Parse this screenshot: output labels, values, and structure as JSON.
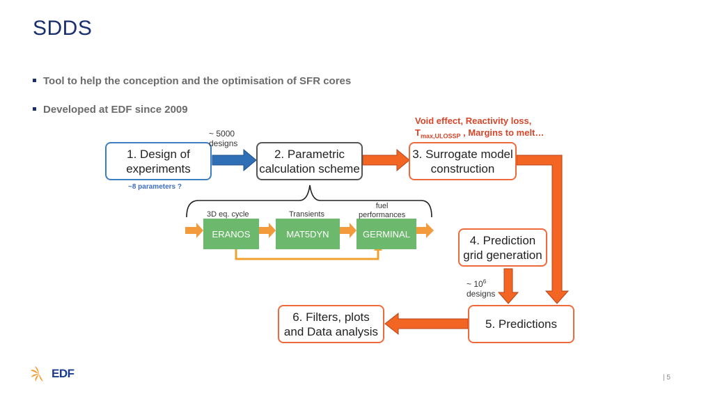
{
  "title": "SDDS",
  "bullets": [
    "Tool to help the conception and the optimisation of SFR cores",
    "Developed at EDF since 2009"
  ],
  "diagram": {
    "box1": "1. Design of\nexperiments",
    "box2": "2. Parametric\ncalculation scheme",
    "box3": "3. Surrogate model\nconstruction",
    "box4": "4. Prediction\ngrid generation",
    "box5": "5. Predictions",
    "box6": "6. Filters, plots\nand Data analysis",
    "note_5000": "~ 5000\ndesigns",
    "note_params": "~8 parameters ?",
    "void_line1": "Void effect, Reactivity loss,",
    "void_line2_main": "T",
    "void_line2_sub": "max,ULOSSP",
    "void_line2_rest": " , Margins to melt…",
    "label_cycle": "3D eq. cycle",
    "label_transients": "Transients",
    "label_fuel": "fuel\nperformances",
    "code1": "ERANOS",
    "code2": "MAT5DYN",
    "code3": "GERMINAL",
    "note_1e6_base": "~ 10",
    "note_1e6_exp": "6",
    "note_1e6_designs": "designs"
  },
  "footer": {
    "logo_text": "EDF",
    "page": "| 5"
  },
  "colors": {
    "title": "#1a2f6e",
    "blue_accent": "#3c7fc1",
    "orange_accent": "#ef6a3a",
    "green_block": "#6cb86c",
    "red_text": "#d6452a"
  }
}
